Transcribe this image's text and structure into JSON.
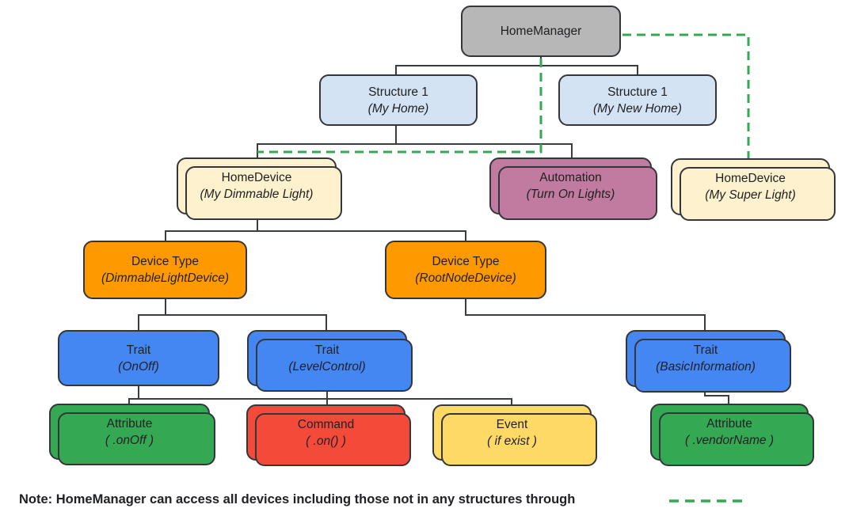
{
  "diagram": {
    "colors": {
      "node_border": "#33363a",
      "connector": "#3a3d40",
      "dashed_link": "#34a853",
      "text": "#202124"
    },
    "nodes": {
      "home_manager": {
        "title": "HomeManager",
        "subtitle": "",
        "fill": "#b7b7b7"
      },
      "structure_my_home": {
        "title": "Structure 1",
        "subtitle": "(My Home)",
        "fill": "#d3e3f3"
      },
      "structure_my_new_home": {
        "title": "Structure 1",
        "subtitle": "(My New Home)",
        "fill": "#d3e3f3"
      },
      "home_device_dimmable": {
        "title": "HomeDevice",
        "subtitle": "(My Dimmable Light)",
        "fill": "#fdf2cd"
      },
      "automation": {
        "title": "Automation",
        "subtitle": "(Turn On Lights)",
        "fill": "#c27ba0"
      },
      "home_device_super": {
        "title": "HomeDevice",
        "subtitle": "(My Super Light)",
        "fill": "#fdf2cd"
      },
      "device_type_dimmable": {
        "title": "Device Type",
        "subtitle": "(DimmableLightDevice)",
        "fill": "#ff9900"
      },
      "device_type_rootnode": {
        "title": "Device Type",
        "subtitle": "(RootNodeDevice)",
        "fill": "#ff9900"
      },
      "trait_onoff": {
        "title": "Trait",
        "subtitle": "(OnOff)",
        "fill": "#4486f2"
      },
      "trait_levelcontrol": {
        "title": "Trait",
        "subtitle": "(LevelControl)",
        "fill": "#4486f2"
      },
      "trait_basicinformation": {
        "title": "Trait",
        "subtitle": "(BasicInformation)",
        "fill": "#4486f2"
      },
      "attribute_onoff": {
        "title": "Attribute",
        "subtitle": "( .onOff )",
        "fill": "#34a853"
      },
      "command_on": {
        "title": "Command",
        "subtitle": "( .on() )",
        "fill": "#f44a3a"
      },
      "event_ifexist": {
        "title": "Event",
        "subtitle": "( if exist )",
        "fill": "#ffd966"
      },
      "attribute_vendorname": {
        "title": "Attribute",
        "subtitle": "( .vendorName )",
        "fill": "#34a853"
      }
    },
    "note": "Note: HomeManager can access all devices including those not in any structures through"
  }
}
